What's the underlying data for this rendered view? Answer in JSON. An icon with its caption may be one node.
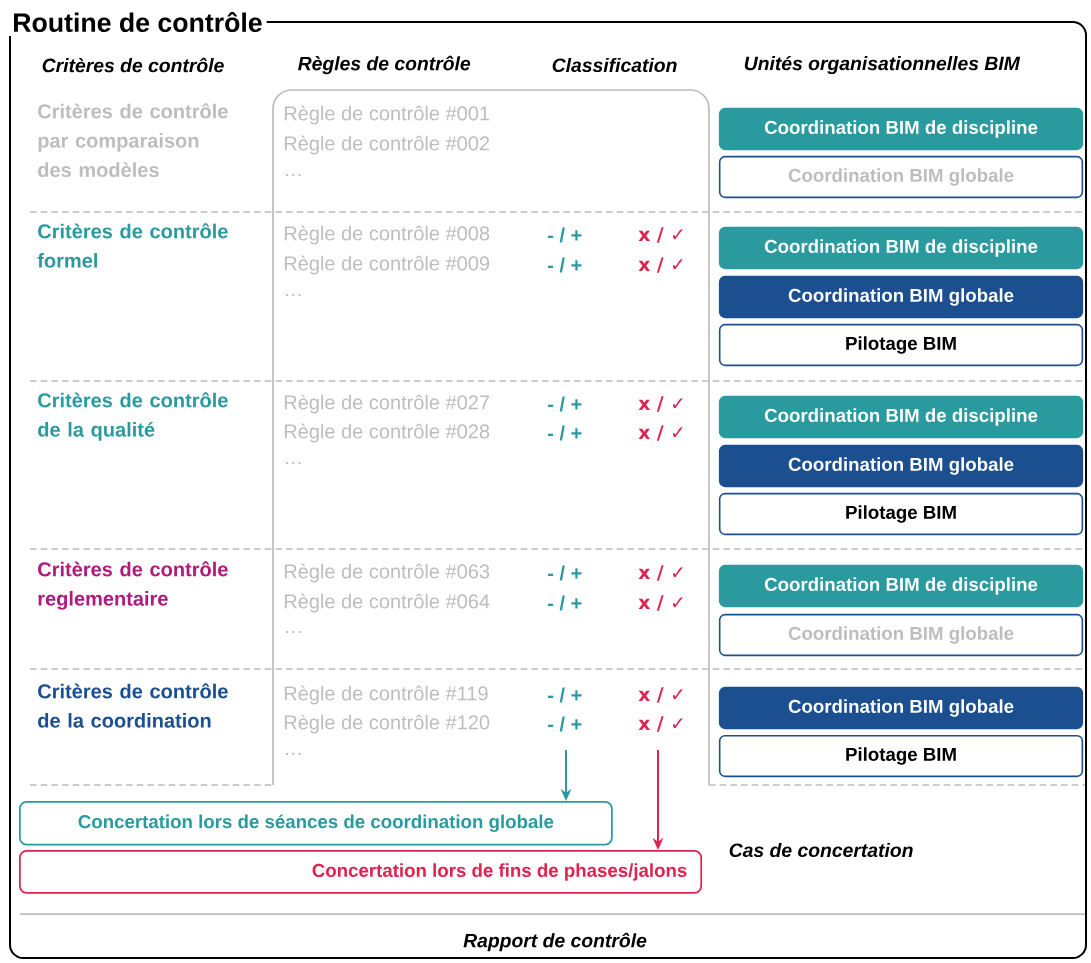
{
  "diagram": {
    "title": "Routine de contrôle",
    "nodes": [
      {
        "text": [],
        "shape": "box"
      },
      {
        "text": [
          "Coordination BIM de discipline"
        ],
        "in": 0
      },
      {
        "text": [
          "Coordination BIM globale"
        ],
        "in": 0
      },
      {
        "text": [
          "Coordination BIM de discipline"
        ],
        "in": 0
      },
      {
        "text": [
          "Coordination BIM globale"
        ],
        "in": 0
      },
      {
        "text": [
          "Pilotage BIM"
        ],
        "in": 0
      },
      {
        "text": [
          "Coordination BIM de discipline"
        ],
        "in": 0
      },
      {
        "text": [
          "Coordination BIM globale"
        ],
        "in": 0
      },
      {
        "text": [
          "Pilotage BIM"
        ],
        "in": 0
      },
      {
        "text": [
          "Coordination BIM de discipline"
        ],
        "in": 0
      },
      {
        "text": [
          "Coordination BIM globale"
        ],
        "in": 0
      },
      {
        "text": [
          "Coordination BIM globale"
        ],
        "in": 0
      },
      {
        "text": [
          "Pilotage BIM"
        ],
        "in": 0
      },
      {
        "text": [
          "Concertation lors de séances de coordination globale"
        ],
        "in": 0
      },
      {
        "text": [
          "Concertation lors de fins de phases/jalons"
        ],
        "in": 0
      }
    ],
    "edges": [
      {
        "from": null,
        "to": 13,
        "arrow": "to",
        "color": "#2a9a9f"
      },
      {
        "from": null,
        "to": 14,
        "arrow": "to",
        "color": "#e0224f"
      }
    ],
    "labels": [
      "Critères de contrôle",
      "Règles de contrôle",
      "Classification",
      "Unités organisationnelles BIM",
      "Critères de contrôle par comparaison des modèles",
      "Règle de contrôle #001",
      "Règle de contrôle #002",
      "…",
      "Critères de contrôle formel",
      "Règle de contrôle #008",
      "- / +",
      "x / ✓",
      "Règle de contrôle #009",
      "- / +",
      "x / ✓",
      "…",
      "Critères de contrôle de la qualité",
      "Règle de contrôle #027",
      "- / +",
      "x / ✓",
      "Règle de contrôle #028",
      "- / +",
      "x / ✓",
      "…",
      "Critères de contrôle reglementaire",
      "Règle de contrôle #063",
      "- / +",
      "x / ✓",
      "Règle de contrôle #064",
      "- / +",
      "x / ✓",
      "…",
      "Critères de contrôle de la coordination",
      "Règle de contrôle #119",
      "- / +",
      "x / ✓",
      "Règle de contrôle #120",
      "- / +",
      "x / ✓",
      "…",
      "Cas de concertation",
      "Rapport de contrôle"
    ]
  }
}
